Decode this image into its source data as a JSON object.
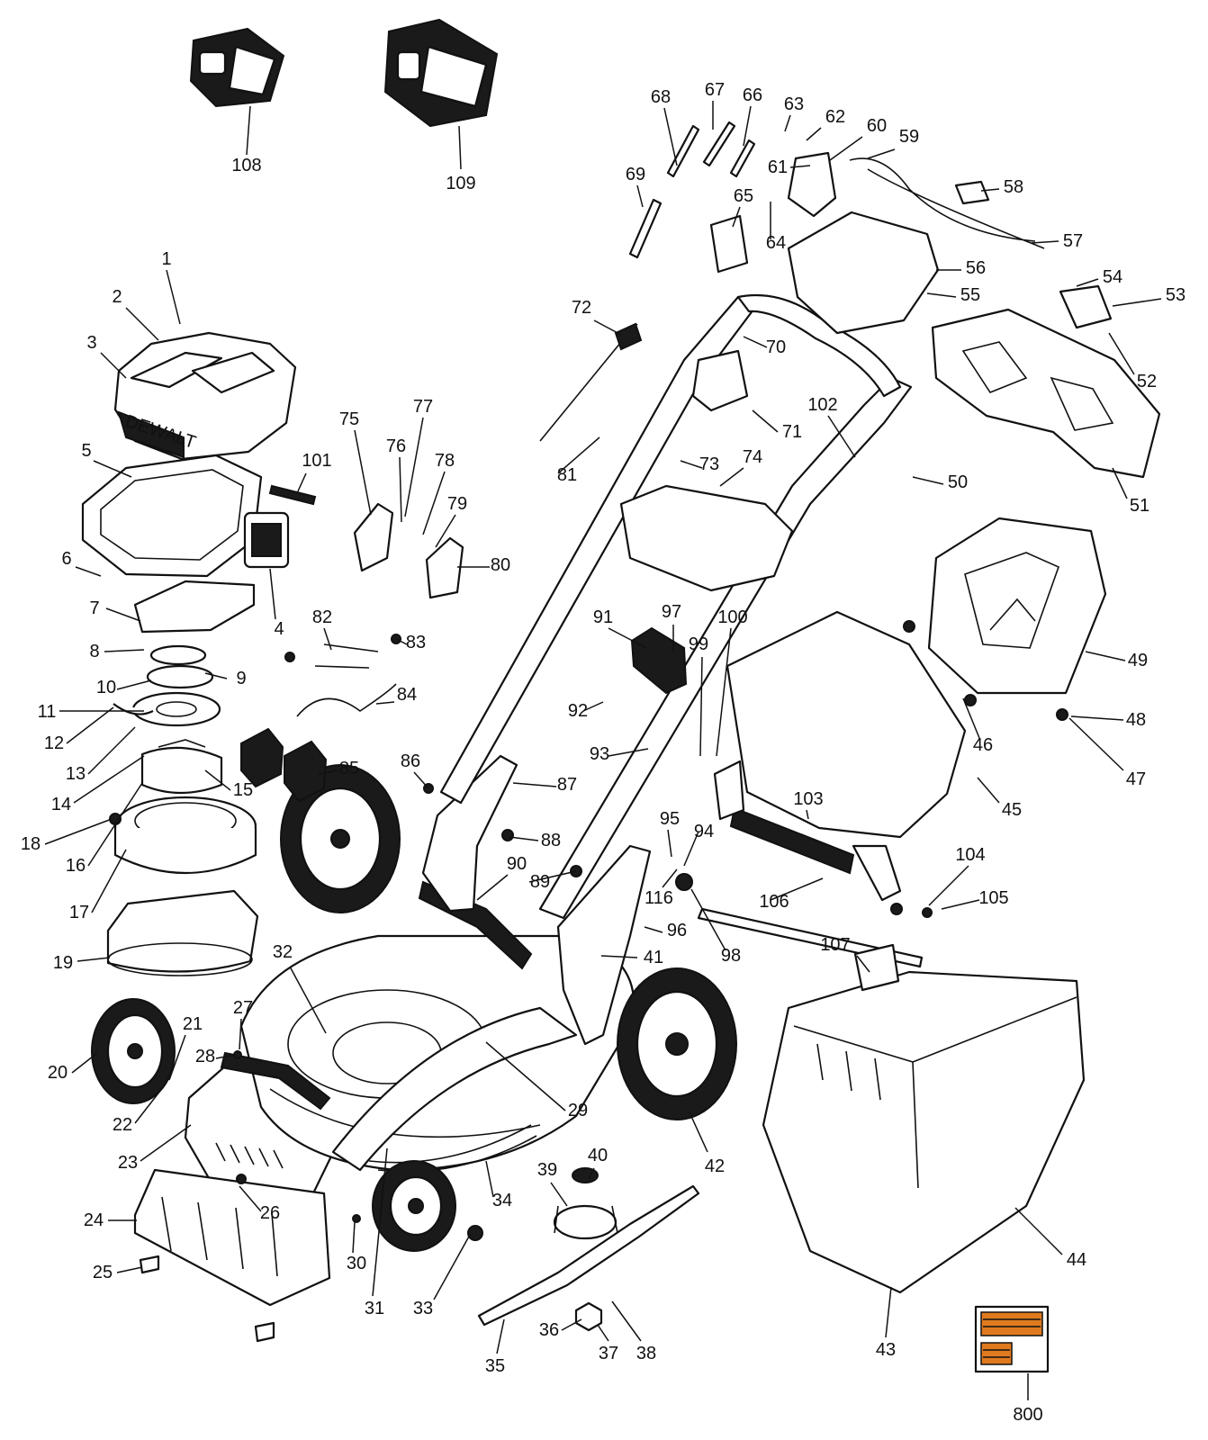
{
  "diagram": {
    "callouts": [
      {
        "id": "1",
        "label": "1"
      },
      {
        "id": "2",
        "label": "2"
      },
      {
        "id": "3",
        "label": "3"
      },
      {
        "id": "4",
        "label": "4"
      },
      {
        "id": "5",
        "label": "5"
      },
      {
        "id": "6",
        "label": "6"
      },
      {
        "id": "7",
        "label": "7"
      },
      {
        "id": "8",
        "label": "8"
      },
      {
        "id": "9",
        "label": "9"
      },
      {
        "id": "10",
        "label": "10"
      },
      {
        "id": "11",
        "label": "11"
      },
      {
        "id": "12",
        "label": "12"
      },
      {
        "id": "13",
        "label": "13"
      },
      {
        "id": "14",
        "label": "14"
      },
      {
        "id": "15",
        "label": "15"
      },
      {
        "id": "16",
        "label": "16"
      },
      {
        "id": "17",
        "label": "17"
      },
      {
        "id": "18",
        "label": "18"
      },
      {
        "id": "19",
        "label": "19"
      },
      {
        "id": "20",
        "label": "20"
      },
      {
        "id": "21",
        "label": "21"
      },
      {
        "id": "22",
        "label": "22"
      },
      {
        "id": "23",
        "label": "23"
      },
      {
        "id": "24",
        "label": "24"
      },
      {
        "id": "25",
        "label": "25"
      },
      {
        "id": "26",
        "label": "26"
      },
      {
        "id": "27",
        "label": "27"
      },
      {
        "id": "28",
        "label": "28"
      },
      {
        "id": "29",
        "label": "29"
      },
      {
        "id": "30",
        "label": "30"
      },
      {
        "id": "31",
        "label": "31"
      },
      {
        "id": "32",
        "label": "32"
      },
      {
        "id": "33",
        "label": "33"
      },
      {
        "id": "34",
        "label": "34"
      },
      {
        "id": "35",
        "label": "35"
      },
      {
        "id": "36",
        "label": "36"
      },
      {
        "id": "37",
        "label": "37"
      },
      {
        "id": "38",
        "label": "38"
      },
      {
        "id": "39",
        "label": "39"
      },
      {
        "id": "40",
        "label": "40"
      },
      {
        "id": "41",
        "label": "41"
      },
      {
        "id": "42",
        "label": "42"
      },
      {
        "id": "43",
        "label": "43"
      },
      {
        "id": "44",
        "label": "44"
      },
      {
        "id": "45",
        "label": "45"
      },
      {
        "id": "46",
        "label": "46"
      },
      {
        "id": "47",
        "label": "47"
      },
      {
        "id": "48",
        "label": "48"
      },
      {
        "id": "49",
        "label": "49"
      },
      {
        "id": "50",
        "label": "50"
      },
      {
        "id": "51",
        "label": "51"
      },
      {
        "id": "52",
        "label": "52"
      },
      {
        "id": "53",
        "label": "53"
      },
      {
        "id": "54",
        "label": "54"
      },
      {
        "id": "55",
        "label": "55"
      },
      {
        "id": "56",
        "label": "56"
      },
      {
        "id": "57",
        "label": "57"
      },
      {
        "id": "58",
        "label": "58"
      },
      {
        "id": "59",
        "label": "59"
      },
      {
        "id": "60",
        "label": "60"
      },
      {
        "id": "61",
        "label": "61"
      },
      {
        "id": "62",
        "label": "62"
      },
      {
        "id": "63",
        "label": "63"
      },
      {
        "id": "64",
        "label": "64"
      },
      {
        "id": "65",
        "label": "65"
      },
      {
        "id": "66",
        "label": "66"
      },
      {
        "id": "67",
        "label": "67"
      },
      {
        "id": "68",
        "label": "68"
      },
      {
        "id": "69",
        "label": "69"
      },
      {
        "id": "70",
        "label": "70"
      },
      {
        "id": "71",
        "label": "71"
      },
      {
        "id": "72",
        "label": "72"
      },
      {
        "id": "73",
        "label": "73"
      },
      {
        "id": "74",
        "label": "74"
      },
      {
        "id": "75",
        "label": "75"
      },
      {
        "id": "76",
        "label": "76"
      },
      {
        "id": "77",
        "label": "77"
      },
      {
        "id": "78",
        "label": "78"
      },
      {
        "id": "79",
        "label": "79"
      },
      {
        "id": "80",
        "label": "80"
      },
      {
        "id": "81",
        "label": "81"
      },
      {
        "id": "82",
        "label": "82"
      },
      {
        "id": "83",
        "label": "83"
      },
      {
        "id": "84",
        "label": "84"
      },
      {
        "id": "85",
        "label": "85"
      },
      {
        "id": "86",
        "label": "86"
      },
      {
        "id": "87",
        "label": "87"
      },
      {
        "id": "88",
        "label": "88"
      },
      {
        "id": "89",
        "label": "89"
      },
      {
        "id": "90",
        "label": "90"
      },
      {
        "id": "91",
        "label": "91"
      },
      {
        "id": "92",
        "label": "92"
      },
      {
        "id": "93",
        "label": "93"
      },
      {
        "id": "94",
        "label": "94"
      },
      {
        "id": "95",
        "label": "95"
      },
      {
        "id": "96",
        "label": "96"
      },
      {
        "id": "97",
        "label": "97"
      },
      {
        "id": "98",
        "label": "98"
      },
      {
        "id": "99",
        "label": "99"
      },
      {
        "id": "100",
        "label": "100"
      },
      {
        "id": "101",
        "label": "101"
      },
      {
        "id": "102",
        "label": "102"
      },
      {
        "id": "103",
        "label": "103"
      },
      {
        "id": "104",
        "label": "104"
      },
      {
        "id": "105",
        "label": "105"
      },
      {
        "id": "106",
        "label": "106"
      },
      {
        "id": "107",
        "label": "107"
      },
      {
        "id": "108",
        "label": "108"
      },
      {
        "id": "109",
        "label": "109"
      },
      {
        "id": "116",
        "label": "116"
      },
      {
        "id": "800",
        "label": "800"
      }
    ],
    "motor_cover_logo": "DEWALT",
    "colors": {
      "line": "#111111",
      "background": "#ffffff",
      "label_accent": "#e07a1f"
    }
  }
}
